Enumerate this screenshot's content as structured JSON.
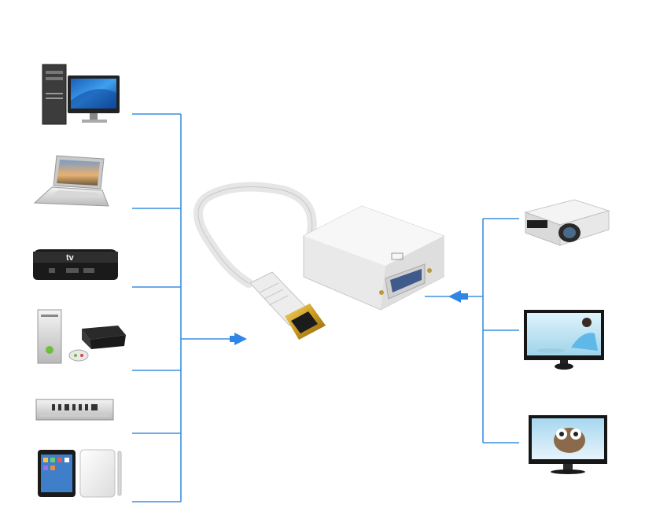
{
  "diagram": {
    "line_color": "#3a8fe0",
    "arrow_color": "#2f86e6",
    "sources": [
      {
        "id": "desktop-pc"
      },
      {
        "id": "laptop"
      },
      {
        "id": "set-top-box"
      },
      {
        "id": "game-consoles"
      },
      {
        "id": "media-player"
      },
      {
        "id": "tablets"
      }
    ],
    "displays": [
      {
        "id": "projector"
      },
      {
        "id": "lcd-monitor"
      },
      {
        "id": "lcd-tv"
      }
    ],
    "adapter": {
      "input_connector": "HDMI",
      "output_connector": "VGA",
      "apple_box_text": "tv",
      "body_color": "#f2f2f2",
      "vga_port_color": "#3e5b8c",
      "hdmi_plug_color": "#d4a62a"
    }
  }
}
